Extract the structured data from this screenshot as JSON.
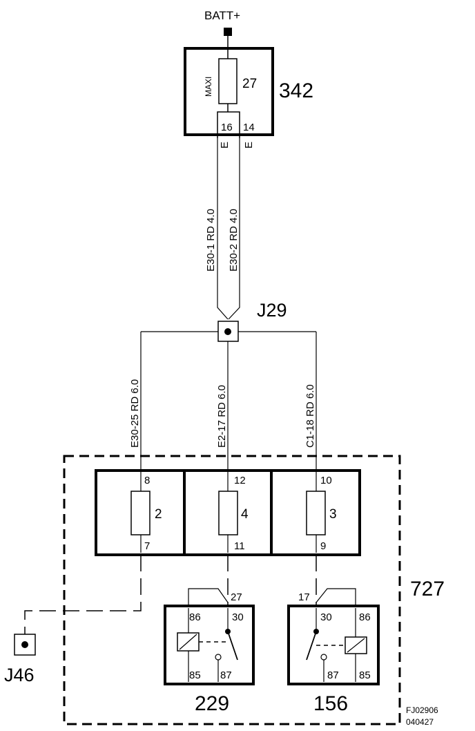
{
  "power_label": "BATT+",
  "fuse_box": {
    "id": "342",
    "fuse_type": "MAXI",
    "fuse_number": "27",
    "pin_left": "16",
    "pin_right": "14",
    "connector_left": "E",
    "connector_right": "E"
  },
  "wires_upper": [
    {
      "label": "E30-1  RD  4.0"
    },
    {
      "label": "E30-2  RD  4.0"
    }
  ],
  "junction": "J29",
  "wires_lower": [
    {
      "label": "E30-25  RD  6.0"
    },
    {
      "label": "E2-17  RD  6.0"
    },
    {
      "label": "C1-18  RD  6.0"
    }
  ],
  "relay_box": {
    "id": "727",
    "fuses": [
      {
        "number": "2",
        "pin_top": "8",
        "pin_bottom": "7"
      },
      {
        "number": "4",
        "pin_top": "12",
        "pin_bottom": "11"
      },
      {
        "number": "3",
        "pin_top": "10",
        "pin_bottom": "9"
      }
    ],
    "relays": [
      {
        "id": "229",
        "feed_pin": "27",
        "pin_86": "86",
        "pin_30": "30",
        "pin_85": "85",
        "pin_87": "87"
      },
      {
        "id": "156",
        "feed_pin": "17",
        "pin_86": "86",
        "pin_30": "30",
        "pin_85": "85",
        "pin_87": "87"
      }
    ]
  },
  "ground": "J46",
  "figure_code": [
    "FJ02906",
    "040427"
  ]
}
